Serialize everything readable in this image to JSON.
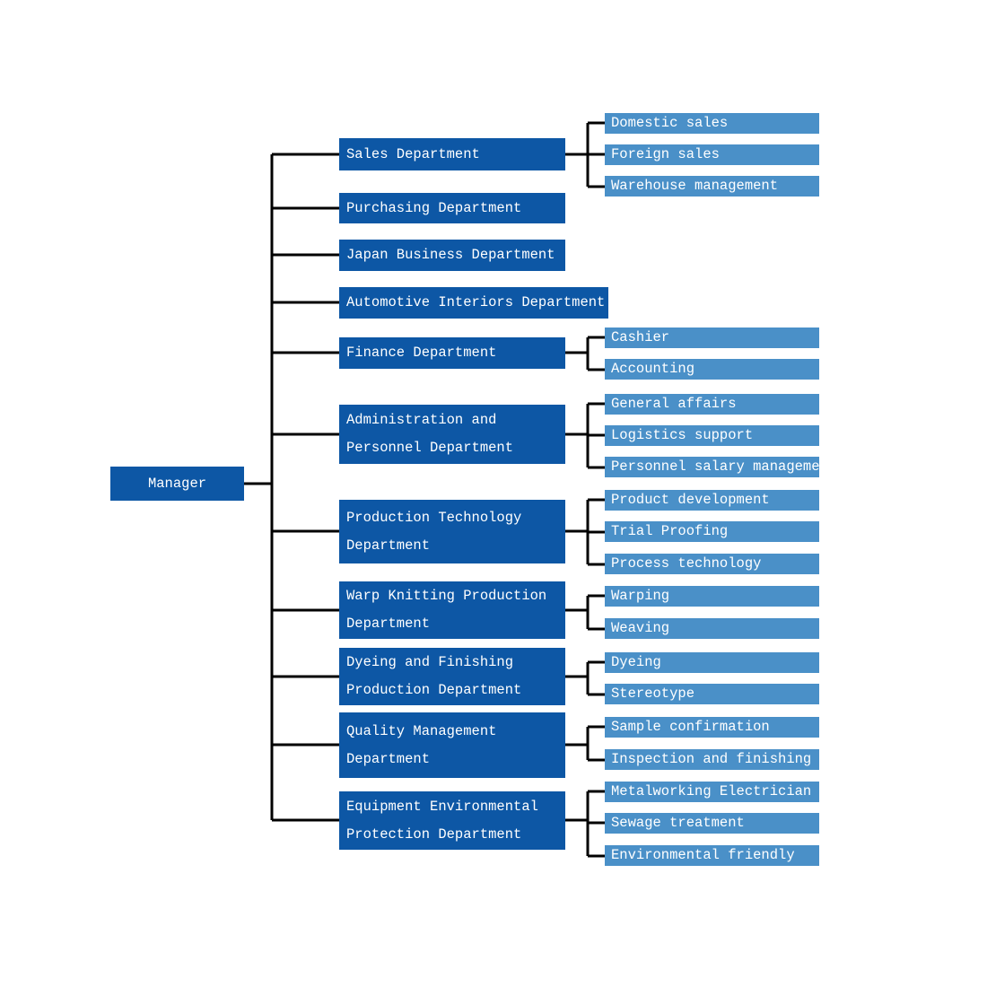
{
  "colors": {
    "department_fill": "#0d57a5",
    "sub_item_fill": "#4a90c8",
    "connector_line": "#000000",
    "text": "#ffffff",
    "background": "#ffffff"
  },
  "root": {
    "label": "Manager"
  },
  "departments": [
    {
      "name": "Sales Department",
      "lines": [
        "Sales Department"
      ],
      "children": [
        "Domestic sales",
        "Foreign sales",
        "Warehouse management"
      ]
    },
    {
      "name": "Purchasing Department",
      "lines": [
        "Purchasing Department"
      ],
      "children": []
    },
    {
      "name": "Japan Business Department",
      "lines": [
        "Japan Business Department"
      ],
      "children": []
    },
    {
      "name": "Automotive Interiors Department",
      "lines": [
        "Automotive Interiors Department"
      ],
      "children": []
    },
    {
      "name": "Finance Department",
      "lines": [
        "Finance Department"
      ],
      "children": [
        "Cashier",
        "Accounting"
      ]
    },
    {
      "name": "Administration and Personnel Department",
      "lines": [
        "Administration and",
        "Personnel Department"
      ],
      "children": [
        "General affairs",
        "Logistics support",
        "Personnel salary management"
      ]
    },
    {
      "name": "Production Technology Department",
      "lines": [
        "Production Technology",
        "Department"
      ],
      "children": [
        "Product development",
        "Trial Proofing",
        "Process technology"
      ]
    },
    {
      "name": "Warp Knitting Production Department",
      "lines": [
        "Warp Knitting Production",
        "Department"
      ],
      "children": [
        "Warping",
        "Weaving"
      ]
    },
    {
      "name": "Dyeing and Finishing Production Department",
      "lines": [
        "Dyeing and Finishing",
        "Production Department"
      ],
      "children": [
        "Dyeing",
        "Stereotype"
      ]
    },
    {
      "name": "Quality Management Department",
      "lines": [
        "Quality Management",
        "Department"
      ],
      "children": [
        "Sample confirmation",
        "Inspection and finishing"
      ]
    },
    {
      "name": "Equipment Environmental Protection Department",
      "lines": [
        "Equipment Environmental",
        "Protection Department"
      ],
      "children": [
        "Metalworking Electrician",
        "Sewage treatment",
        "Environmental friendly"
      ]
    }
  ]
}
